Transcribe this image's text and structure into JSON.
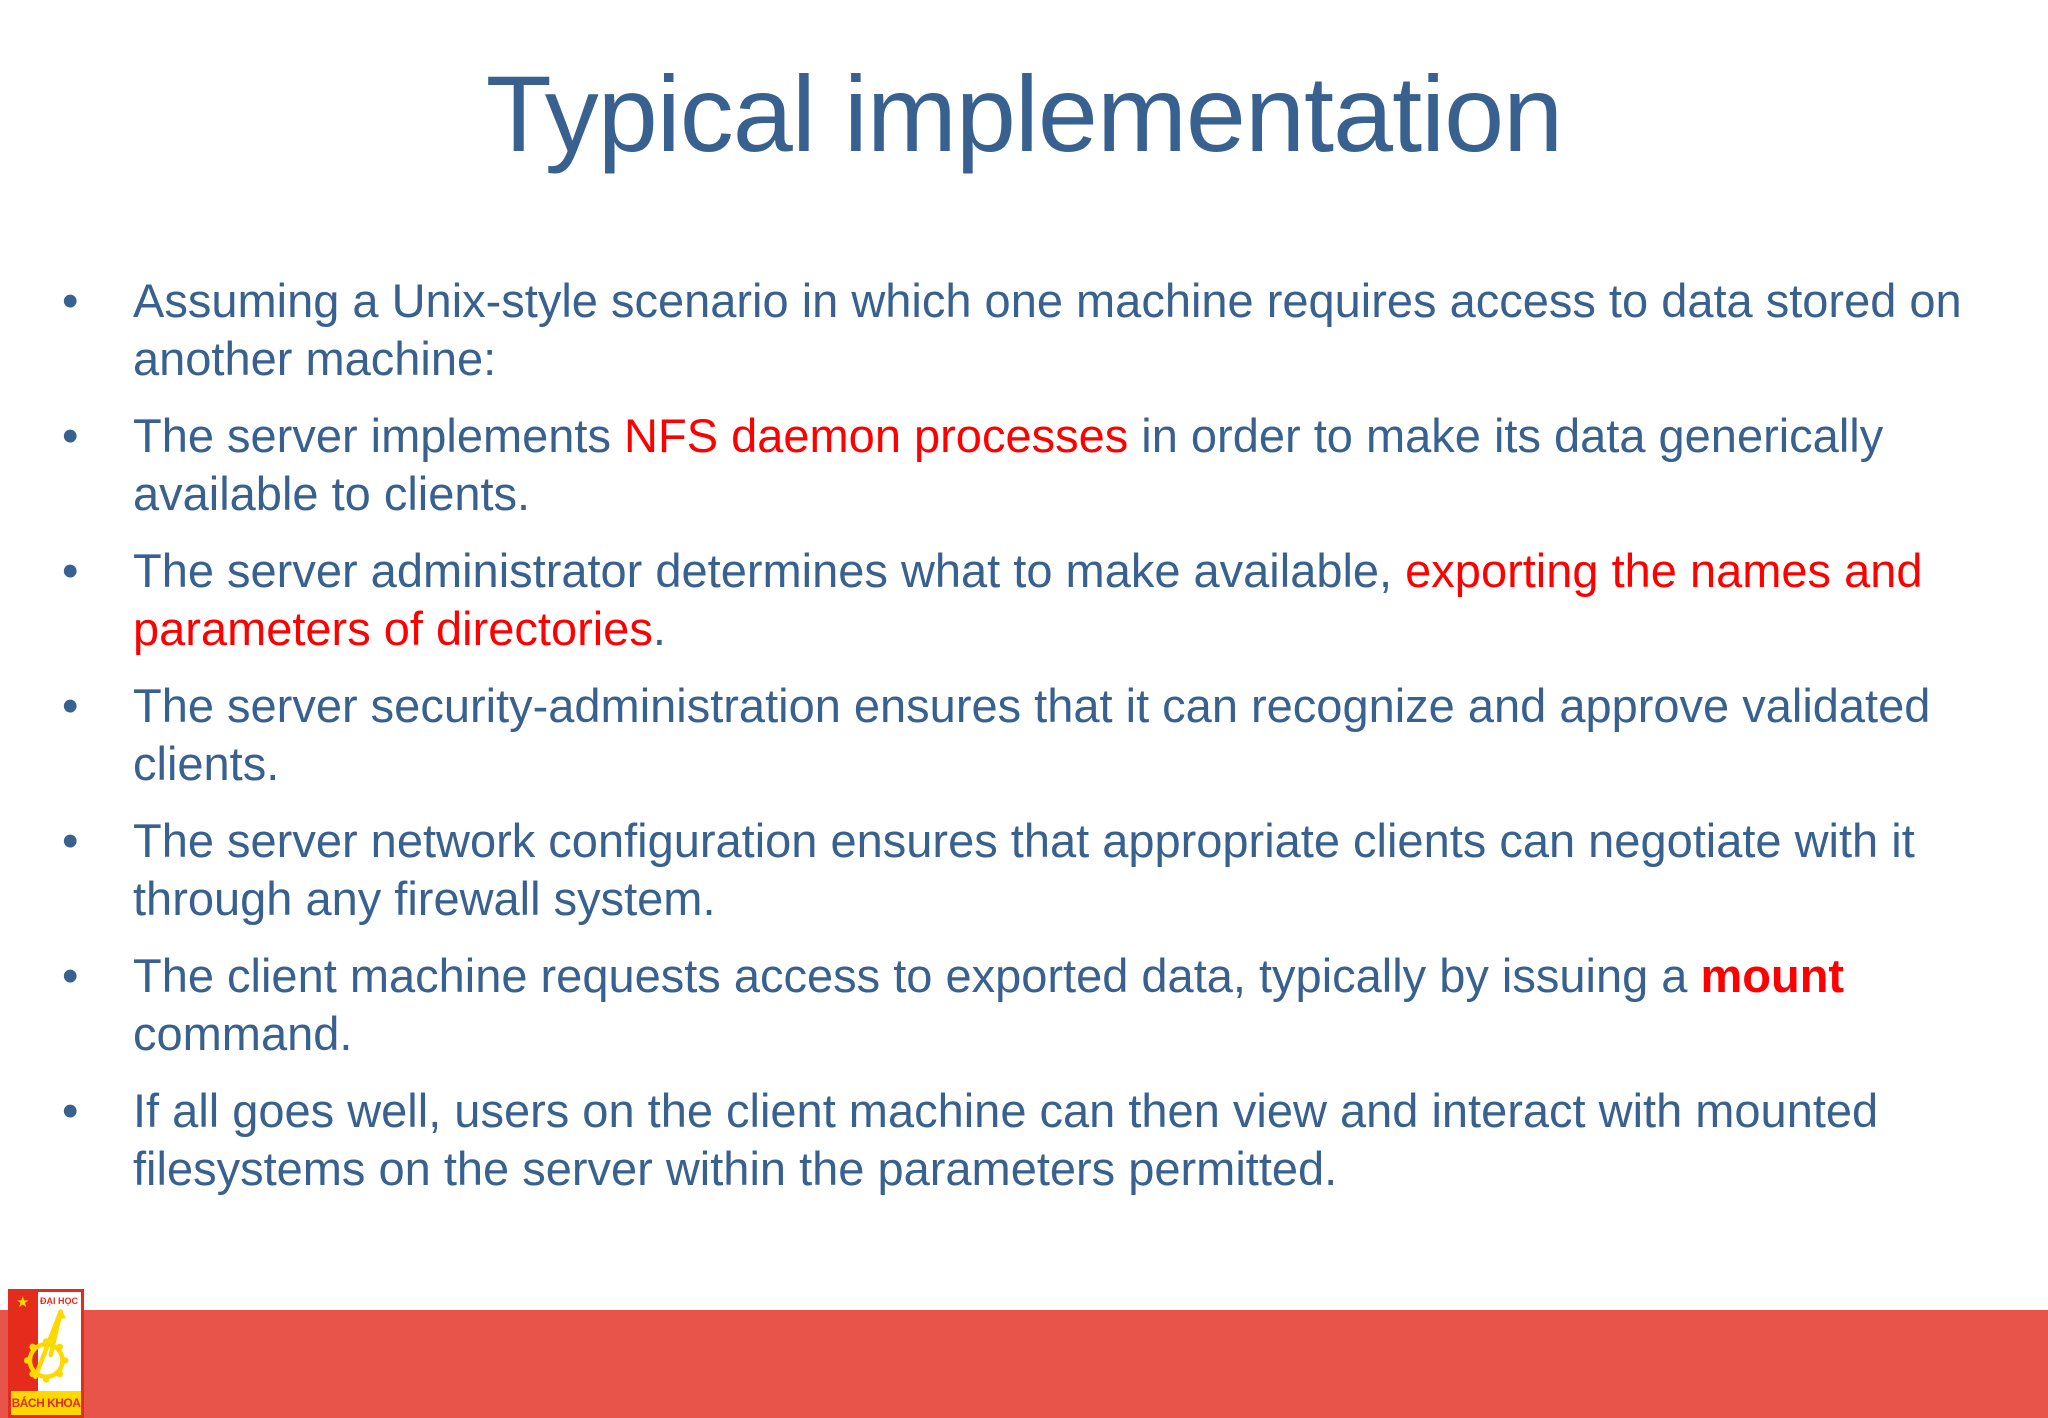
{
  "slide": {
    "title": "Typical implementation",
    "bullet_char": "•",
    "bullets": [
      {
        "pre": "Assuming a Unix-style scenario in which one machine requires access to data stored on another machine:",
        "red": "",
        "post": ""
      },
      {
        "pre": "The server implements ",
        "red": "NFS daemon processes",
        "post": " in order to make its data generically available to clients."
      },
      {
        "pre": "The server administrator determines what to make available, ",
        "red": "exporting the names and parameters of directories",
        "post": "."
      },
      {
        "pre": "The server security-administration ensures that it can recognize and approve validated clients.",
        "red": "",
        "post": ""
      },
      {
        "pre": "The server network configuration ensures that appropriate clients can negotiate with it through any firewall system.",
        "red": "",
        "post": ""
      },
      {
        "pre": "The client machine requests access to exported data, typically by issuing a ",
        "red": "mount",
        "post": " command."
      },
      {
        "pre": "If all goes well, users on the client machine can then view and interact with mounted filesystems on the server within the parameters permitted.",
        "red": "",
        "post": ""
      }
    ]
  },
  "logo": {
    "star_icon": "★",
    "top_text": "ĐẠI HỌC",
    "bottom_text": "BÁCH KHOA"
  },
  "colors": {
    "title_blue": "#38618F",
    "body_blue": "#38618F",
    "highlight_red": "#FF0000",
    "bottom_bar_red": "#E9544A",
    "logo_red": "#E42B1C",
    "logo_yellow": "#FFD800"
  }
}
